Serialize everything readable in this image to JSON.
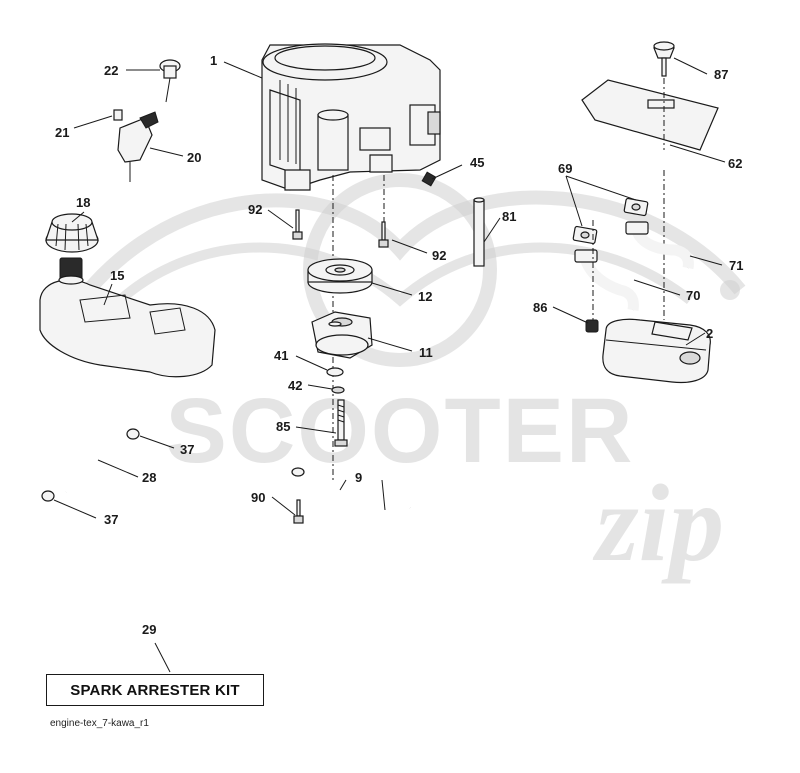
{
  "diagram": {
    "callouts": {
      "c1": "1",
      "c2": "2",
      "c9": "9",
      "c11": "11",
      "c12": "12",
      "c15": "15",
      "c18": "18",
      "c20": "20",
      "c21": "21",
      "c22": "22",
      "c28": "28",
      "c29": "29",
      "c37a": "37",
      "c37b": "37",
      "c41": "41",
      "c42": "42",
      "c45": "45",
      "c62": "62",
      "c69": "69",
      "c70": "70",
      "c71": "71",
      "c81": "81",
      "c85": "85",
      "c86": "86",
      "c87": "87",
      "c90": "90",
      "c92a": "92",
      "c92b": "92"
    },
    "kit_label": "SPARK ARRESTER KIT",
    "caption": "engine-tex_7-kawa_r1",
    "watermark": {
      "main": "SCOOTER",
      "script": "zip"
    },
    "colors": {
      "line": "#1a1a1a",
      "watermark": "#cfcfcf"
    }
  }
}
